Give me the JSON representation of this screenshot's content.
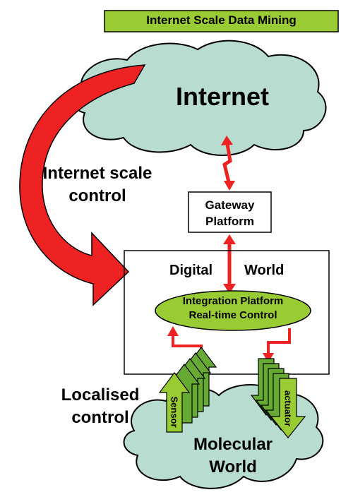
{
  "banner": {
    "text": "Internet Scale Data Mining"
  },
  "internet_cloud": {
    "label": "Internet"
  },
  "left_arrow_label": {
    "line1": "Internet scale",
    "line2": "control"
  },
  "gateway": {
    "line1": "Gateway",
    "line2": "Platform"
  },
  "digital_world": {
    "word1": "Digital",
    "word2": "World"
  },
  "integration": {
    "line1": "Integration Platform",
    "line2": "Real-time Control"
  },
  "sensor_stack": {
    "label": "Sensor"
  },
  "actuator_stack": {
    "label": "actuator"
  },
  "localised_label": {
    "line1": "Localised",
    "line2": "control"
  },
  "molecular_cloud": {
    "line1": "Molecular",
    "line2": "World"
  },
  "colors": {
    "banner_fill": "#99cc33",
    "cloud_fill": "#b8ddd0",
    "green_fill": "#99cc33",
    "red": "#ee2222",
    "sensor_green": "#66aa33"
  }
}
